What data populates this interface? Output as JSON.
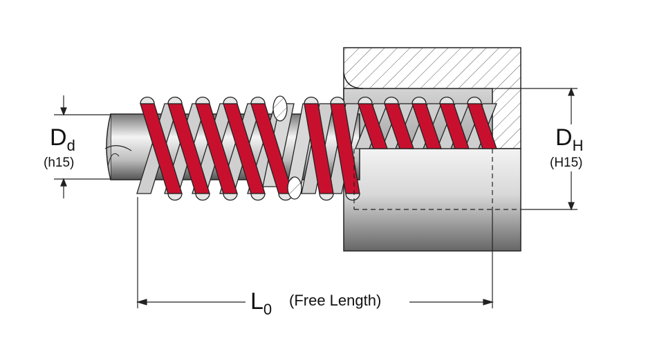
{
  "labels": {
    "rod_diameter": {
      "symbol": "D",
      "subscript": "d",
      "tolerance": "(h15)"
    },
    "hole_diameter": {
      "symbol": "D",
      "subscript": "H",
      "tolerance": "(H15)"
    },
    "free_length": {
      "symbol": "L",
      "subscript": "0",
      "description": "(Free Length)"
    }
  },
  "colors": {
    "spring_red": "#c8102e",
    "steel_dark": "#6e6e6e",
    "steel_light": "#f2f2f2",
    "line": "#222222",
    "hatch": "#555555"
  }
}
